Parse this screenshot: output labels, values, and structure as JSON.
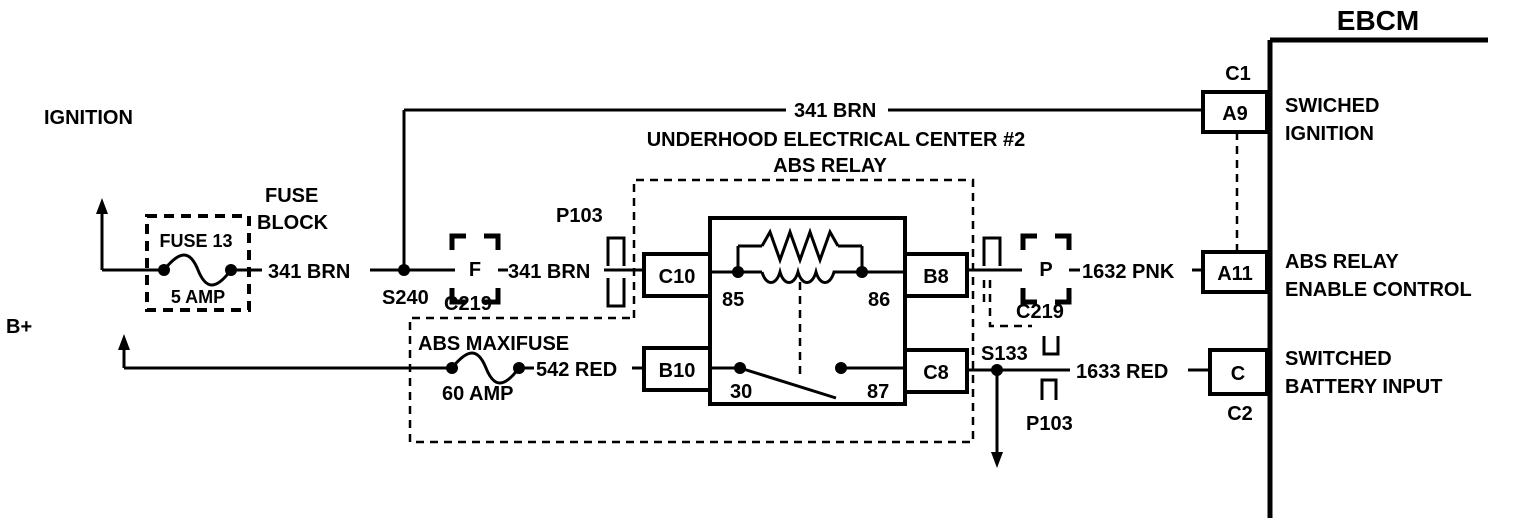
{
  "module": {
    "name": "EBCM",
    "connector_top": "C1",
    "connector_bottom": "C2"
  },
  "sources": {
    "ignition": "IGNITION",
    "battery": "B+"
  },
  "fuse_block": {
    "title_line1": "FUSE",
    "title_line2": "BLOCK",
    "fuse_name": "FUSE 13",
    "fuse_rating": "5 AMP"
  },
  "maxifuse": {
    "name": "ABS MAXIFUSE",
    "rating": "60 AMP"
  },
  "center": {
    "title": "UNDERHOOD ELECTRICAL CENTER #2",
    "relay": "ABS RELAY"
  },
  "relay_terminals": {
    "t85": "85",
    "t86": "86",
    "t30": "30",
    "t87": "87"
  },
  "connectors": {
    "f": "F",
    "p": "P",
    "c219_left": "C219",
    "c219_right": "C219",
    "p103_left": "P103",
    "p103_right": "P103",
    "c10": "C10",
    "b10": "B10",
    "b8": "B8",
    "c8": "C8",
    "a9": "A9",
    "a11": "A11",
    "c": "C"
  },
  "splices": {
    "s240": "S240",
    "s133": "S133"
  },
  "wires": {
    "brn_top": "341 BRN",
    "brn_fuse": "341 BRN",
    "brn_relay": "341 BRN",
    "pnk": "1632 PNK",
    "red_maxi": "542 RED",
    "red_out": "1633 RED"
  },
  "ebcm_inputs": {
    "a9_line1": "SWICHED",
    "a9_line2": "IGNITION",
    "a11_line1": "ABS RELAY",
    "a11_line2": "ENABLE CONTROL",
    "c_line1": "SWITCHED",
    "c_line2": "BATTERY INPUT"
  }
}
